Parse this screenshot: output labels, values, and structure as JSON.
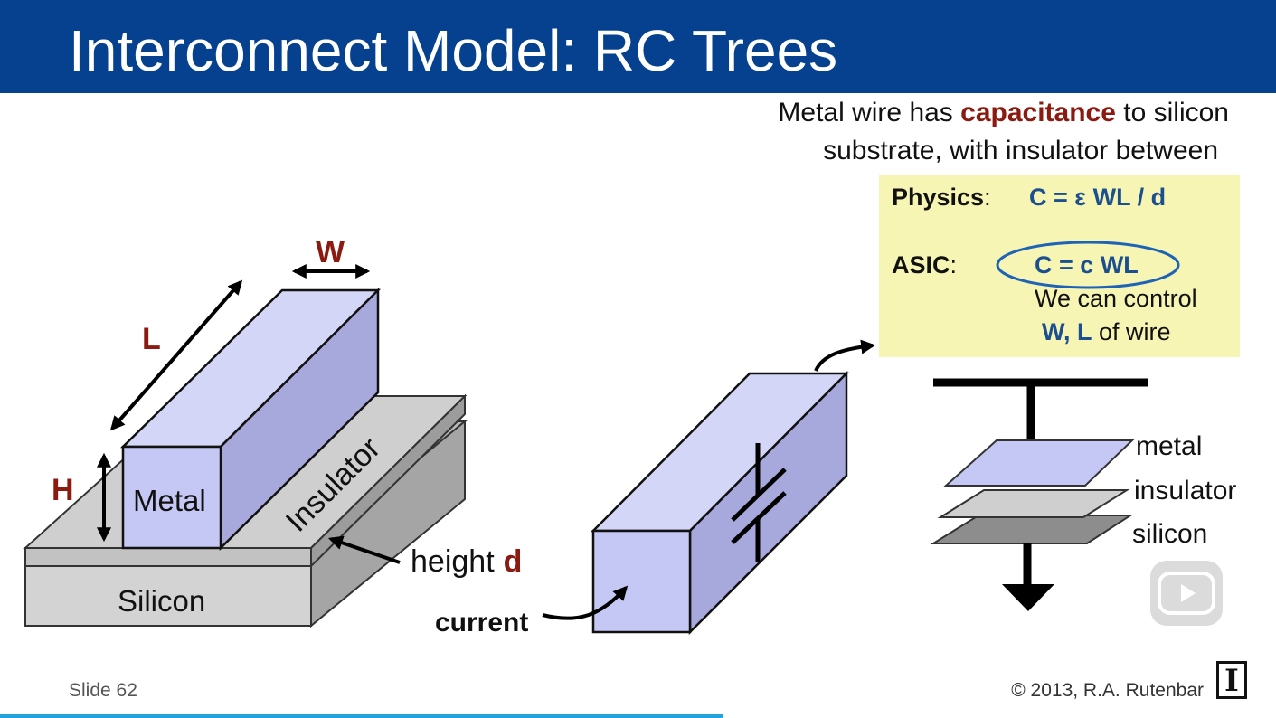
{
  "slide": {
    "title": "Interconnect Model:  RC Trees",
    "intro_line1_pre": "Metal wire has ",
    "intro_line1_em": "capacitance",
    "intro_line1_post": " to silicon",
    "intro_line2": "substrate, with insulator between"
  },
  "box": {
    "physics_label": "Physics",
    "physics_formula": "C = ε WL / d",
    "asic_label": "ASIC",
    "asic_formula": "C = c WL",
    "note_line1": "We can control",
    "note_line2_bold": "W, L",
    "note_line2_rest": " of wire"
  },
  "diagram_left": {
    "w_label": "W",
    "l_label": "L",
    "h_label": "H",
    "metal_label": "Metal",
    "insulator_label": "Insulator",
    "silicon_label": "Silicon",
    "height_label": "height",
    "d_label": "d"
  },
  "diagram_mid": {
    "current_label": "current"
  },
  "diagram_right": {
    "metal": "metal",
    "insulator": "insulator",
    "silicon": "silicon"
  },
  "footer": {
    "slide_number": "Slide 62",
    "copyright": "© 2013, R.A. Rutenbar",
    "logo_letter": "I"
  },
  "colors": {
    "header": "#05418f",
    "emphasis": "#8b1a10",
    "formula": "#1b4f8f",
    "metal_fill": "#c5c7f4",
    "highlight_box": "#f7f5b4"
  }
}
